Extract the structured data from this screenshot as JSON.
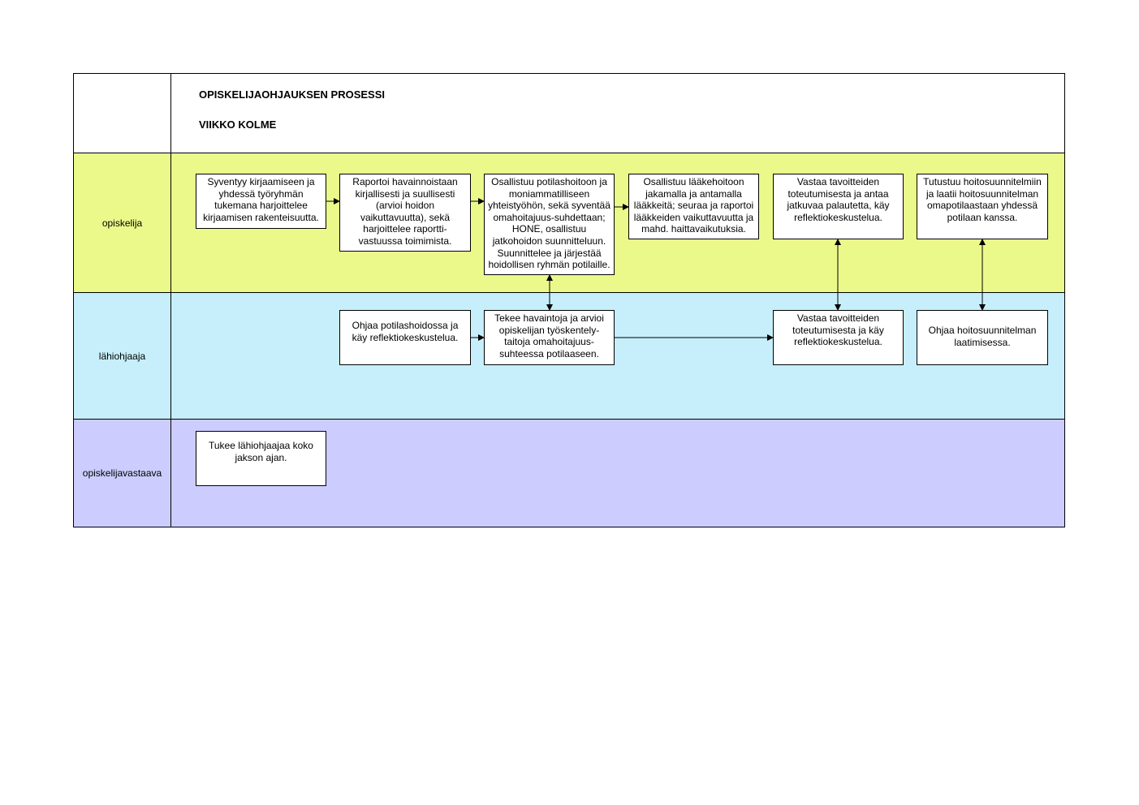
{
  "title": {
    "line1": "OPISKELIJAOHJAUKSEN PROSESSI",
    "line2": "VIIKKO KOLME"
  },
  "lanes": [
    {
      "label": "opiskelija",
      "color": "#ebf98a"
    },
    {
      "label": "lähiohjaaja",
      "color": "#c6effb"
    },
    {
      "label": "opiskelijavastaava",
      "color": "#ccccfe"
    }
  ],
  "boxes": {
    "o1": "Syventyy kirjaamiseen ja\nyhdessä työryhmän\ntukemana harjoittelee\nkirjaamisen rakenteisuutta.",
    "o2": "Raportoi havainnoistaan\nkirjallisesti ja suullisesti\n(arvioi hoidon\nvaikuttavuutta), sekä\nharjoittelee raportti-\nvastuussa toimimista.",
    "o3": "Osallistuu potilashoitoon ja\nmoniammatilliseen\nyhteistyöhön, sekä syventää\nomahoitajuus-suhdettaan;\nHONE, osallistuu\njatkohoidon suunnitteluun.\nSuunnittelee ja järjestää\nhoidollisen ryhmän potilaille.",
    "o4": "Osallistuu lääkehoitoon\njakamalla ja antamalla\nlääkkeitä; seuraa ja raportoi\nlääkkeiden vaikuttavuutta ja\nmahd. haittavaikutuksia.",
    "o5": "Vastaa tavoitteiden\ntoteutumisesta ja antaa\njatkuvaa palautetta, käy\nreflektiokeskustelua.",
    "o6": "Tutustuu hoitosuunnitelmiin\nja laatii hoitosuunnitelman\nomapotilaastaan yhdessä\npotilaan kanssa.",
    "l1": "Ohjaa potilashoidossa ja\nkäy reflektiokeskustelua.",
    "l2": "Tekee havaintoja ja arvioi\nopiskelijan työskentely-\ntaitoja omahoitajuus-\nsuhteessa potilaaseen.",
    "l3": "Vastaa tavoitteiden\ntoteutumisesta ja käy\nreflektiokeskustelua.",
    "l4": "Ohjaa hoitosuunnitelman\nlaatimisessa.",
    "v1": "Tukee lähiohjaajaa koko\njakson ajan."
  }
}
